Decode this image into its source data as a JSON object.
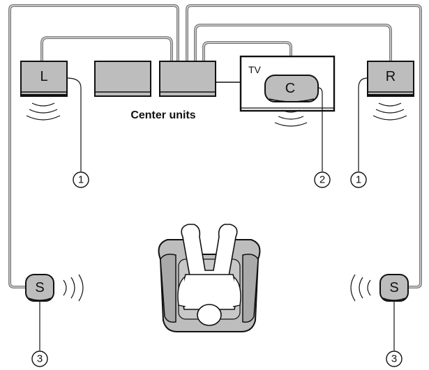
{
  "labels": {
    "front_left": "L",
    "front_right": "R",
    "center": "C",
    "surround_left": "S",
    "surround_right": "S",
    "tv": "TV",
    "center_units": "Center units"
  },
  "callouts": {
    "front_left": "1",
    "center": "2",
    "front_right": "1",
    "surround_left": "3",
    "surround_right": "3"
  }
}
